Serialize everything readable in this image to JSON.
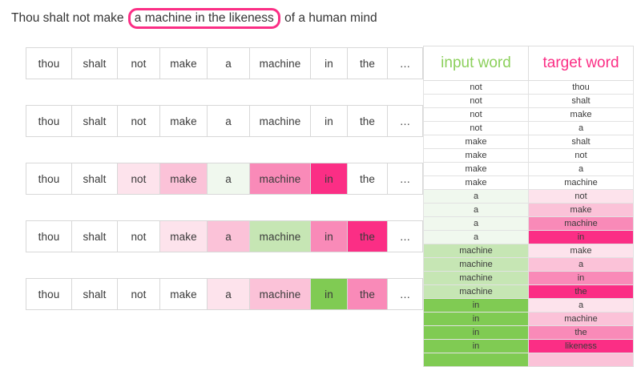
{
  "title": {
    "prefix": "Thou shalt not make",
    "highlight": "a machine in the likeness",
    "suffix": "of a human mind",
    "highlight_border_color": "#fb2e85"
  },
  "palette": {
    "pink_1": "#fde3ec",
    "pink_2": "#fbc2d8",
    "pink_3": "#f98ab8",
    "pink_4": "#fb2e85",
    "green_1": "#f0f8ee",
    "green_2": "#c6e6b4",
    "green_3": "#80cb53",
    "white": "#ffffff",
    "cell_border": "#d8d8d8",
    "text": "#3a3a3a"
  },
  "sequence_rows": [
    {
      "name": "sequence-row-1",
      "cells": [
        {
          "word": "thou",
          "shade": "none"
        },
        {
          "word": "shalt",
          "shade": "none"
        },
        {
          "word": "not",
          "shade": "none"
        },
        {
          "word": "make",
          "shade": "none"
        },
        {
          "word": "a",
          "shade": "none"
        },
        {
          "word": "machine",
          "shade": "none"
        },
        {
          "word": "in",
          "shade": "none"
        },
        {
          "word": "the",
          "shade": "none"
        },
        {
          "word": "…",
          "shade": "none"
        }
      ]
    },
    {
      "name": "sequence-row-2",
      "cells": [
        {
          "word": "thou",
          "shade": "none"
        },
        {
          "word": "shalt",
          "shade": "none"
        },
        {
          "word": "not",
          "shade": "none"
        },
        {
          "word": "make",
          "shade": "none"
        },
        {
          "word": "a",
          "shade": "none"
        },
        {
          "word": "machine",
          "shade": "none"
        },
        {
          "word": "in",
          "shade": "none"
        },
        {
          "word": "the",
          "shade": "none"
        },
        {
          "word": "…",
          "shade": "none"
        }
      ]
    },
    {
      "name": "sequence-row-3",
      "cells": [
        {
          "word": "thou",
          "shade": "none"
        },
        {
          "word": "shalt",
          "shade": "none"
        },
        {
          "word": "not",
          "shade": "pink-1"
        },
        {
          "word": "make",
          "shade": "pink-2"
        },
        {
          "word": "a",
          "shade": "green-1"
        },
        {
          "word": "machine",
          "shade": "pink-3"
        },
        {
          "word": "in",
          "shade": "pink-4"
        },
        {
          "word": "the",
          "shade": "none"
        },
        {
          "word": "…",
          "shade": "none"
        }
      ]
    },
    {
      "name": "sequence-row-4",
      "cells": [
        {
          "word": "thou",
          "shade": "none"
        },
        {
          "word": "shalt",
          "shade": "none"
        },
        {
          "word": "not",
          "shade": "none"
        },
        {
          "word": "make",
          "shade": "pink-1"
        },
        {
          "word": "a",
          "shade": "pink-2"
        },
        {
          "word": "machine",
          "shade": "green-2"
        },
        {
          "word": "in",
          "shade": "pink-3"
        },
        {
          "word": "the",
          "shade": "pink-4"
        },
        {
          "word": "…",
          "shade": "none"
        }
      ]
    },
    {
      "name": "sequence-row-5",
      "cells": [
        {
          "word": "thou",
          "shade": "none"
        },
        {
          "word": "shalt",
          "shade": "none"
        },
        {
          "word": "not",
          "shade": "none"
        },
        {
          "word": "make",
          "shade": "none"
        },
        {
          "word": "a",
          "shade": "pink-1"
        },
        {
          "word": "machine",
          "shade": "pink-2"
        },
        {
          "word": "in",
          "shade": "green-3"
        },
        {
          "word": "the",
          "shade": "pink-3"
        },
        {
          "word": "…",
          "shade": "none"
        }
      ]
    }
  ],
  "pairs_table": {
    "headers": [
      "input word",
      "target word"
    ],
    "rows": [
      {
        "input": "not",
        "input_shade": "none",
        "target": "thou",
        "target_shade": "none"
      },
      {
        "input": "not",
        "input_shade": "none",
        "target": "shalt",
        "target_shade": "none"
      },
      {
        "input": "not",
        "input_shade": "none",
        "target": "make",
        "target_shade": "none"
      },
      {
        "input": "not",
        "input_shade": "none",
        "target": "a",
        "target_shade": "none"
      },
      {
        "input": "make",
        "input_shade": "none",
        "target": "shalt",
        "target_shade": "none"
      },
      {
        "input": "make",
        "input_shade": "none",
        "target": "not",
        "target_shade": "none"
      },
      {
        "input": "make",
        "input_shade": "none",
        "target": "a",
        "target_shade": "none"
      },
      {
        "input": "make",
        "input_shade": "none",
        "target": "machine",
        "target_shade": "none"
      },
      {
        "input": "a",
        "input_shade": "green-1",
        "target": "not",
        "target_shade": "pink-1"
      },
      {
        "input": "a",
        "input_shade": "green-1",
        "target": "make",
        "target_shade": "pink-2"
      },
      {
        "input": "a",
        "input_shade": "green-1",
        "target": "machine",
        "target_shade": "pink-3"
      },
      {
        "input": "a",
        "input_shade": "green-1",
        "target": "in",
        "target_shade": "pink-4"
      },
      {
        "input": "machine",
        "input_shade": "green-2",
        "target": "make",
        "target_shade": "pink-1"
      },
      {
        "input": "machine",
        "input_shade": "green-2",
        "target": "a",
        "target_shade": "pink-2"
      },
      {
        "input": "machine",
        "input_shade": "green-2",
        "target": "in",
        "target_shade": "pink-3"
      },
      {
        "input": "machine",
        "input_shade": "green-2",
        "target": "the",
        "target_shade": "pink-4"
      },
      {
        "input": "in",
        "input_shade": "green-3",
        "target": "a",
        "target_shade": "pink-1"
      },
      {
        "input": "in",
        "input_shade": "green-3",
        "target": "machine",
        "target_shade": "pink-2"
      },
      {
        "input": "in",
        "input_shade": "green-3",
        "target": "the",
        "target_shade": "pink-3"
      },
      {
        "input": "in",
        "input_shade": "green-3",
        "target": "likeness",
        "target_shade": "pink-4"
      },
      {
        "input": "",
        "input_shade": "green-3",
        "target": "",
        "target_shade": "pink-2"
      }
    ]
  }
}
